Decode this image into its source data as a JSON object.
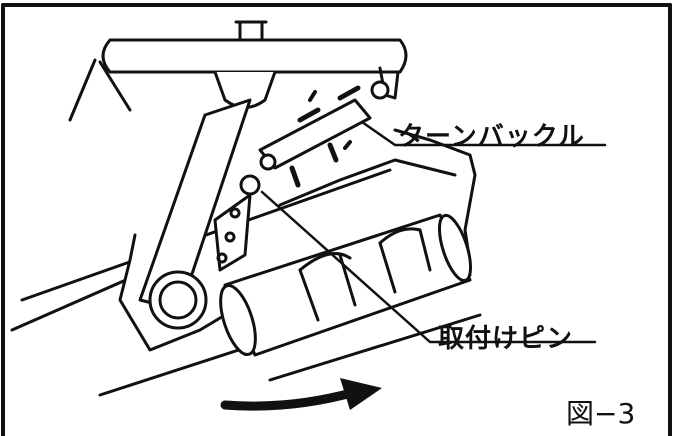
{
  "diagram": {
    "labels": {
      "turnbuckle": "ターンバックル",
      "mounting_pin": "取付けピン"
    },
    "figure_number": "図−3"
  },
  "colors": {
    "ink": "#111111",
    "paper": "#ffffff"
  }
}
